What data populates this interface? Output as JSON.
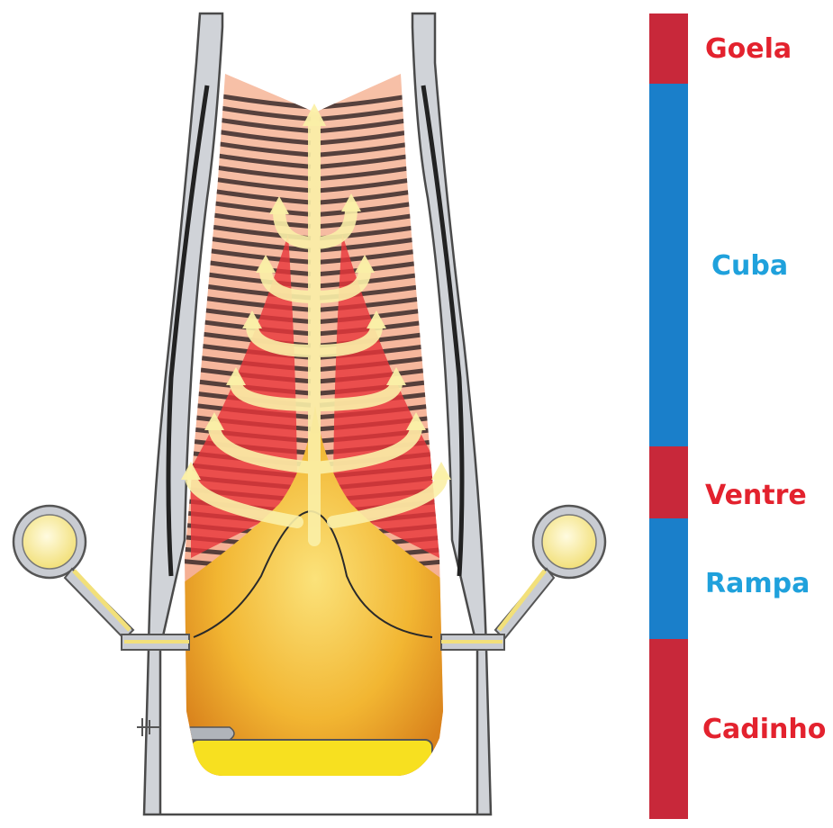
{
  "zones": [
    {
      "id": "goela",
      "label": "Goela",
      "color": "#c8283a"
    },
    {
      "id": "cuba",
      "label": "Cuba",
      "color": "#1a7fca"
    },
    {
      "id": "ventre",
      "label": "Ventre",
      "color": "#c8283a"
    },
    {
      "id": "rampa",
      "label": "Rampa",
      "color": "#1a7fca"
    },
    {
      "id": "cadinho",
      "label": "Cadinho",
      "color": "#c8283a"
    }
  ],
  "label_colors": {
    "red": "#e3222e",
    "blue": "#1fa1dc"
  },
  "furnace_colors": {
    "wall": "#d0d3d8",
    "wall_edge": "#4a4a4a",
    "burden_light": "#f4a98c",
    "burden_dark": "#3a2a2a",
    "hot_zone": "#e8353a",
    "coke_bed": "#f2b632",
    "hearth_metal": "#f7e020",
    "gas_flow": "#fbf0a8"
  }
}
